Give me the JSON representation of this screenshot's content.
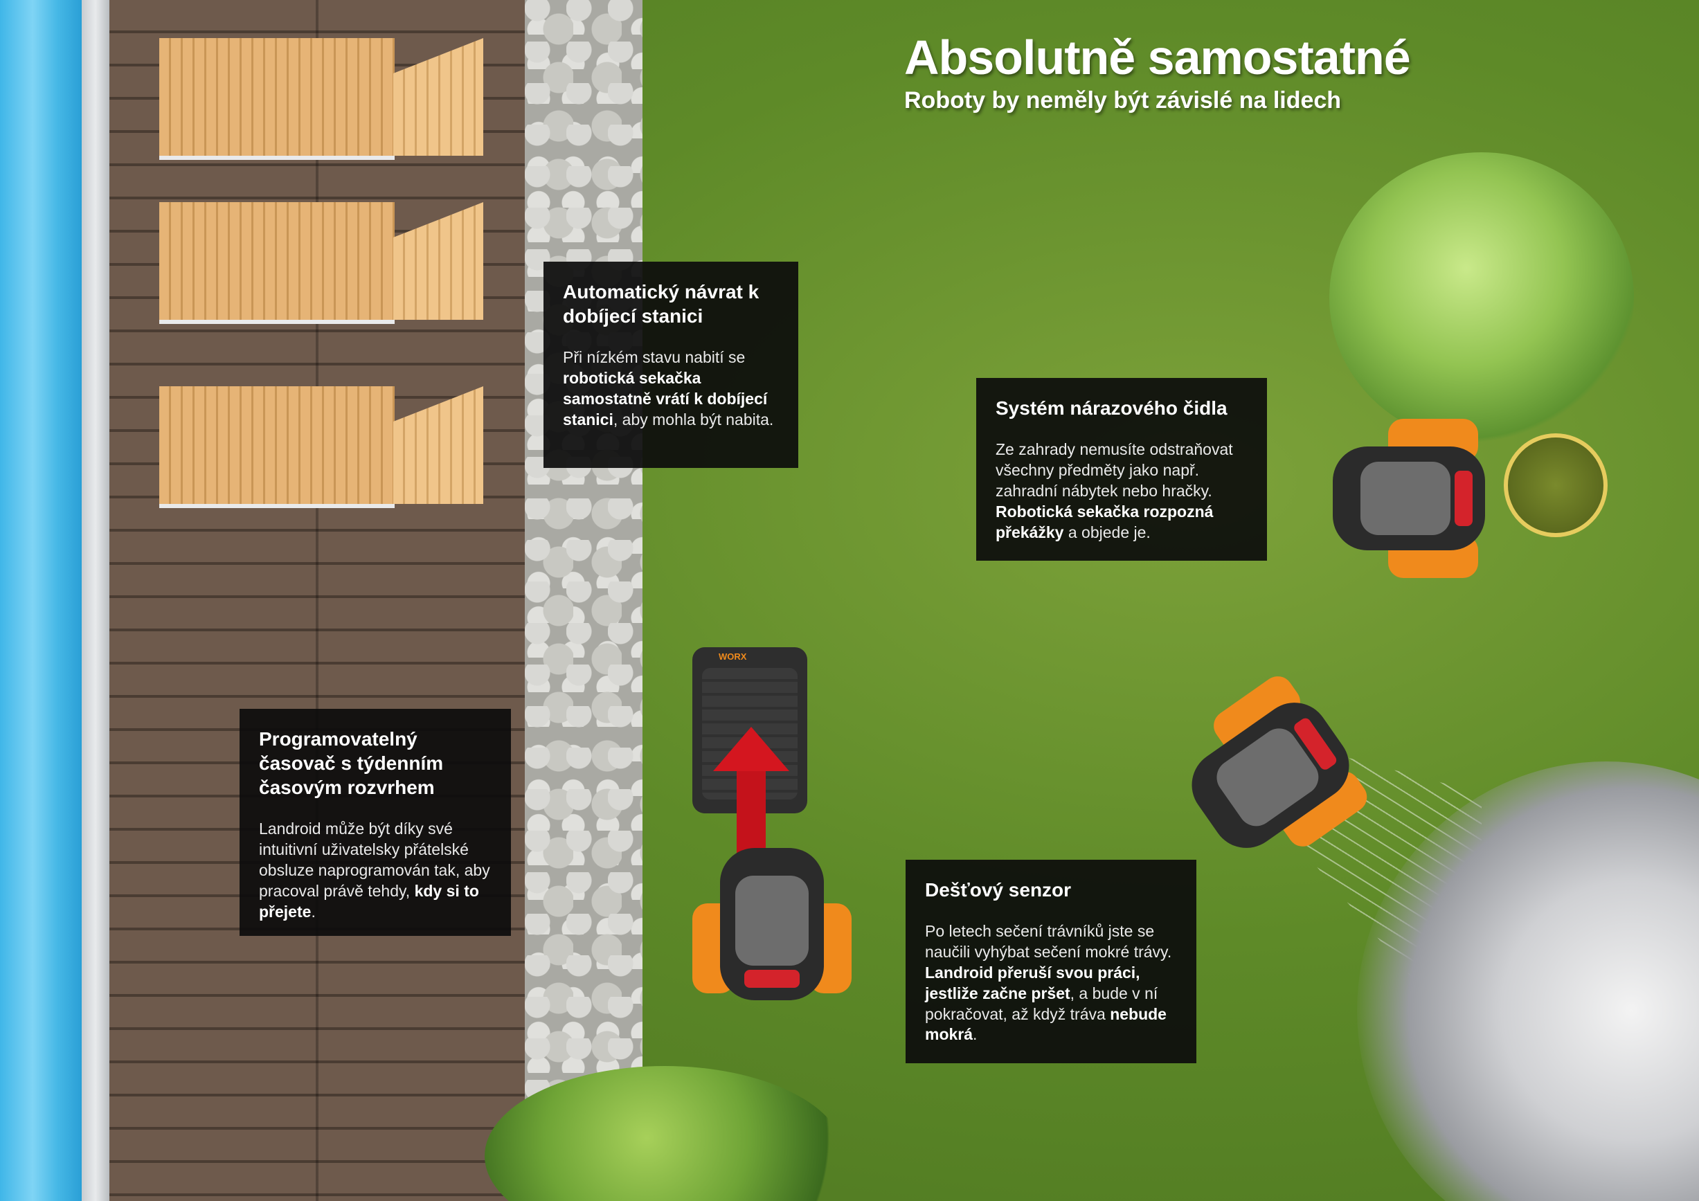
{
  "header": {
    "title": "Absolutně samostatné",
    "subtitle": "Roboty by neměly být závislé na lidech"
  },
  "boxes": {
    "return": {
      "title": "Automatický návrat k dobíjecí stanici",
      "t1": "Při nízkém stavu nabití se ",
      "b1": "robotická sekačka samostatně vrátí k dobíjecí stanici",
      "t2": ", aby mohla být nabita."
    },
    "bump": {
      "title": "Systém nárazového čidla",
      "t1": "Ze zahrady nemusíte odstraňovat všechny předměty jako např. zahradní nábytek nebo hračky. ",
      "b1": "Robotická sekačka rozpozná překážky",
      "t2": " a objede je."
    },
    "timer": {
      "title": "Programovatelný časovač s týdenním časovým rozvrhem",
      "t1": "Landroid může být díky své intuitivní uživatelsky přátelské obsluze naprogramován tak, aby pracoval právě tehdy, ",
      "b1": "kdy si to přejete",
      "t2": "."
    },
    "rain": {
      "title": "Dešťový senzor",
      "t1": "Po letech sečení trávníků jste se naučili vyhýbat sečení mokré trávy. ",
      "b1": "Landroid přeruší svou práci, jestliže začne pršet",
      "t2": ", a bude v ní pokračovat, až když tráva ",
      "b2": "nebude mokrá",
      "t3": "."
    }
  },
  "station": {
    "brand": "WORX"
  },
  "colors": {
    "grass": "#5e8a28",
    "box_bg": "#0c0c0c",
    "mower_orange": "#f08a1c",
    "arrow_red": "#c4121b"
  }
}
